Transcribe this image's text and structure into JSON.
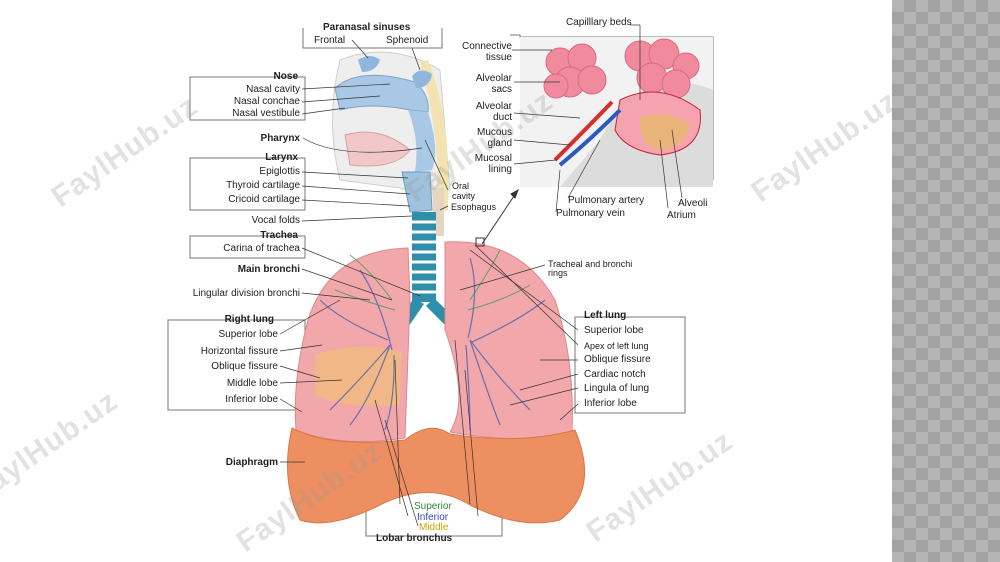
{
  "watermark": "FaylHub.uz",
  "colors": {
    "lung": "#f2a7ab",
    "diaphragm": "#ee8f61",
    "superior": "#2e8b2e",
    "inferior": "#3545b8",
    "middle": "#d4b000",
    "trachea": "#2f8faa",
    "alveolus": "#f28a9e"
  },
  "labels": {
    "paranasal": "Paranasal sinuses",
    "frontal": "Frontal",
    "sphenoid": "Sphenoid",
    "nose": "Nose",
    "nasal_cavity": "Nasal cavity",
    "nasal_conchae": "Nasal conchae",
    "nasal_vestibule": "Nasal vestibule",
    "pharynx": "Pharynx",
    "larynx": "Larynx",
    "epiglottis": "Epiglottis",
    "thyroid": "Thyroid cartilage",
    "cricoid": "Cricoid cartilage",
    "vocal_folds": "Vocal folds",
    "trachea": "Trachea",
    "carina": "Carina of trachea",
    "main_bronchi": "Main bronchi",
    "lingular": "Lingular division bronchi",
    "right_lung": "Right lung",
    "r_superior": "Superior lobe",
    "horizontal": "Horizontal fissure",
    "r_oblique": "Oblique fissure",
    "middle_lobe": "Middle lobe",
    "r_inferior": "Inferior lobe",
    "diaphragm": "Diaphragm",
    "oral_cavity_1": "Oral",
    "oral_cavity_2": "cavity",
    "esophagus": "Esophagus",
    "capillary": "Capilllary beds",
    "connective_1": "Connective",
    "connective_2": "tissue",
    "alv_sacs_1": "Alveolar",
    "alv_sacs_2": "sacs",
    "alv_duct_1": "Alveolar",
    "alv_duct_2": "duct",
    "mucous_1": "Mucous",
    "mucous_2": "gland",
    "mucosal_1": "Mucosal",
    "mucosal_2": "lining",
    "pulm_artery": "Pulmonary artery",
    "pulm_vein": "Pulmonary vein",
    "alveoli": "Alveoli",
    "atrium": "Atrium",
    "rings_1": "Tracheal and bronchi",
    "rings_2": "rings",
    "left_lung": "Left lung",
    "l_superior": "Superior lobe",
    "apex": "Apex of left lung",
    "l_oblique": "Oblique fissure",
    "cardiac": "Cardiac notch",
    "lingula": "Lingula of lung",
    "l_inferior": "Inferior lobe",
    "lb_superior": "Superior",
    "lb_inferior": "Inferior",
    "lb_middle": "Middle",
    "lobar": "Lobar bronchus"
  }
}
